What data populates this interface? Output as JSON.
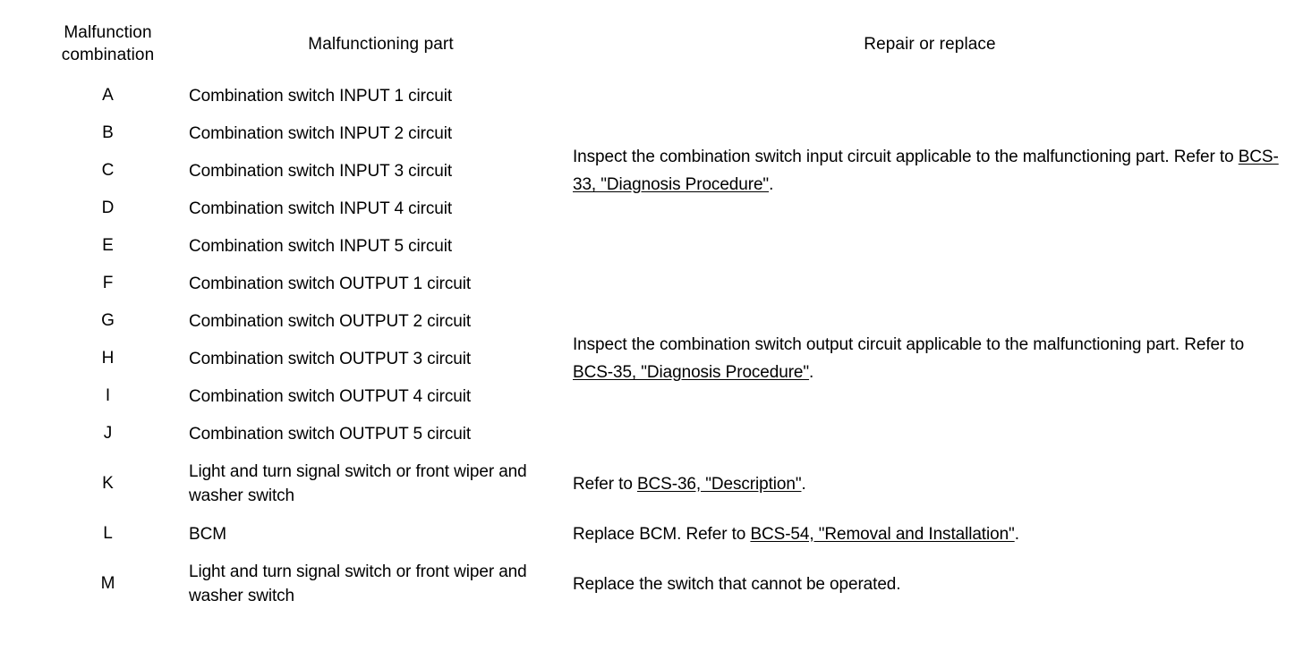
{
  "table": {
    "headers": {
      "combination": "Malfunction\ncombination",
      "combination_line1": "Malfunction",
      "combination_line2": "combination",
      "part": "Malfunctioning part",
      "repair": "Repair or replace"
    },
    "groups": [
      {
        "id": "input-group",
        "rows": [
          {
            "combination": "A",
            "part": "Combination switch INPUT 1 circuit"
          },
          {
            "combination": "B",
            "part": "Combination switch INPUT 2 circuit"
          },
          {
            "combination": "C",
            "part": "Combination switch INPUT 3 circuit"
          },
          {
            "combination": "D",
            "part": "Combination switch INPUT 4 circuit"
          },
          {
            "combination": "E",
            "part": "Combination switch INPUT 5 circuit"
          }
        ],
        "repair": {
          "text_before": "Inspect the combination switch input circuit applicable to the malfunctioning part. Refer to ",
          "link": "BCS-33, \"Diagnosis Procedure\"",
          "text_after": "."
        }
      },
      {
        "id": "output-group",
        "rows": [
          {
            "combination": "F",
            "part": "Combination switch OUTPUT 1 circuit"
          },
          {
            "combination": "G",
            "part": "Combination switch OUTPUT 2 circuit"
          },
          {
            "combination": "H",
            "part": "Combination switch OUTPUT 3 circuit"
          },
          {
            "combination": "I",
            "part": "Combination switch OUTPUT 4 circuit"
          },
          {
            "combination": "J",
            "part": "Combination switch OUTPUT 5 circuit"
          }
        ],
        "repair": {
          "text_before": "Inspect the combination switch output circuit applicable to the malfunctioning part. Refer to ",
          "link": "BCS-35, \"Diagnosis Procedure\"",
          "text_after": "."
        }
      },
      {
        "id": "switch-group-k",
        "rows": [
          {
            "combination": "K",
            "part": "Light and turn signal switch or front wiper and washer switch"
          }
        ],
        "repair": {
          "text_before": "Refer to ",
          "link": "BCS-36, \"Description\"",
          "text_after": "."
        }
      },
      {
        "id": "bcm-group-l",
        "rows": [
          {
            "combination": "L",
            "part": "BCM"
          }
        ],
        "repair": {
          "text_before": "Replace BCM. Refer to ",
          "link": "BCS-54, \"Removal and Installation\"",
          "text_after": "."
        }
      },
      {
        "id": "switch-group-m",
        "rows": [
          {
            "combination": "M",
            "part": "Light and turn signal switch or front wiper and washer switch"
          }
        ],
        "repair": {
          "text_before": "Replace the switch that cannot be operated.",
          "link": "",
          "text_after": ""
        }
      }
    ]
  },
  "colors": {
    "text": "#000000",
    "background": "#ffffff",
    "rule": "#000000"
  }
}
